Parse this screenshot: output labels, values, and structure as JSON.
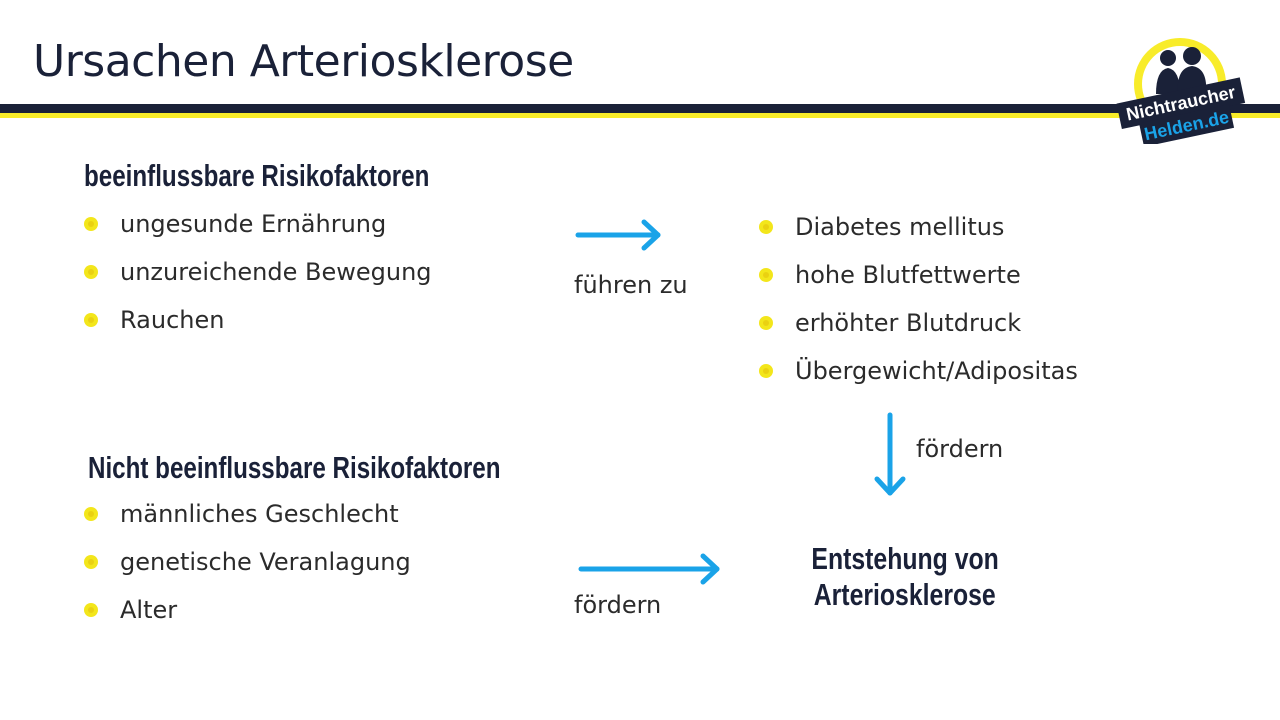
{
  "title": "Ursachen Arteriosklerose",
  "logo": {
    "line1": "Nichtraucher",
    "line2": "Helden.de"
  },
  "modifiable": {
    "heading": "beeinflussbare Risikofaktoren",
    "items": [
      "ungesunde Ernährung",
      "unzureichende Bewegung",
      "Rauchen"
    ]
  },
  "arrow_label_top": "führen zu",
  "conditions": {
    "items": [
      "Diabetes mellitus",
      "hohe Blutfettwerte",
      "erhöhter Blutdruck",
      "Übergewicht/Adipositas"
    ]
  },
  "arrow_label_down": "fördern",
  "non_modifiable": {
    "heading": "Nicht beeinflussbare Risikofaktoren",
    "items": [
      "männliches Geschlecht",
      "genetische Veranlagung",
      "Alter"
    ]
  },
  "arrow_label_bottom": "fördern",
  "result": {
    "line1": "Entstehung von",
    "line2": "Arteriosklerose"
  },
  "colors": {
    "navy": "#1a2138",
    "yellow": "#f8ec2a",
    "arrow": "#1aa3e8"
  }
}
